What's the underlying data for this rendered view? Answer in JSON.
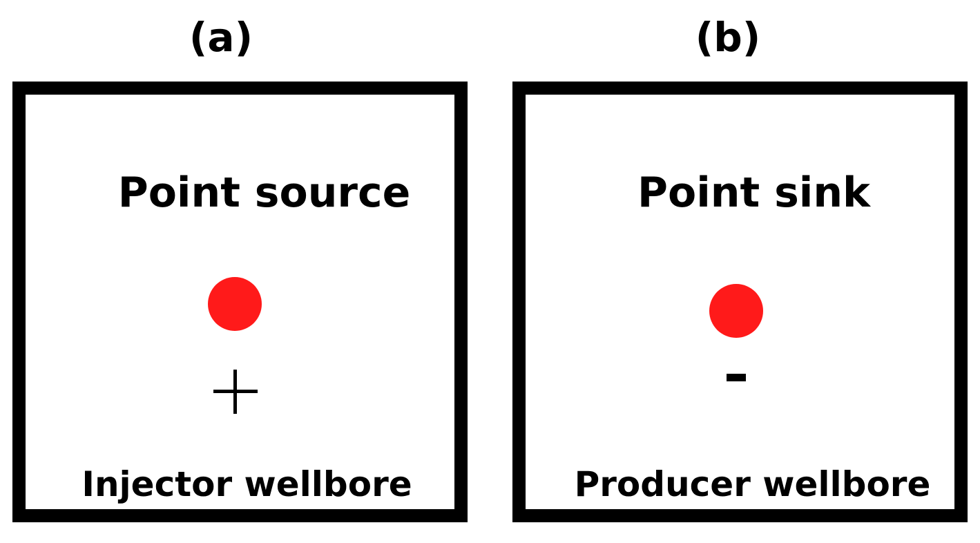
{
  "colors": {
    "well_marker": "#ff1a1a",
    "frame": "#000000"
  },
  "panels": [
    {
      "label": "(a)",
      "title": "Point source",
      "sign": "+",
      "sign_icon": "plus-icon",
      "caption": "Injector wellbore"
    },
    {
      "label": "(b)",
      "title": "Point sink",
      "sign": "-",
      "sign_icon": "minus-icon",
      "caption": "Producer wellbore"
    }
  ]
}
